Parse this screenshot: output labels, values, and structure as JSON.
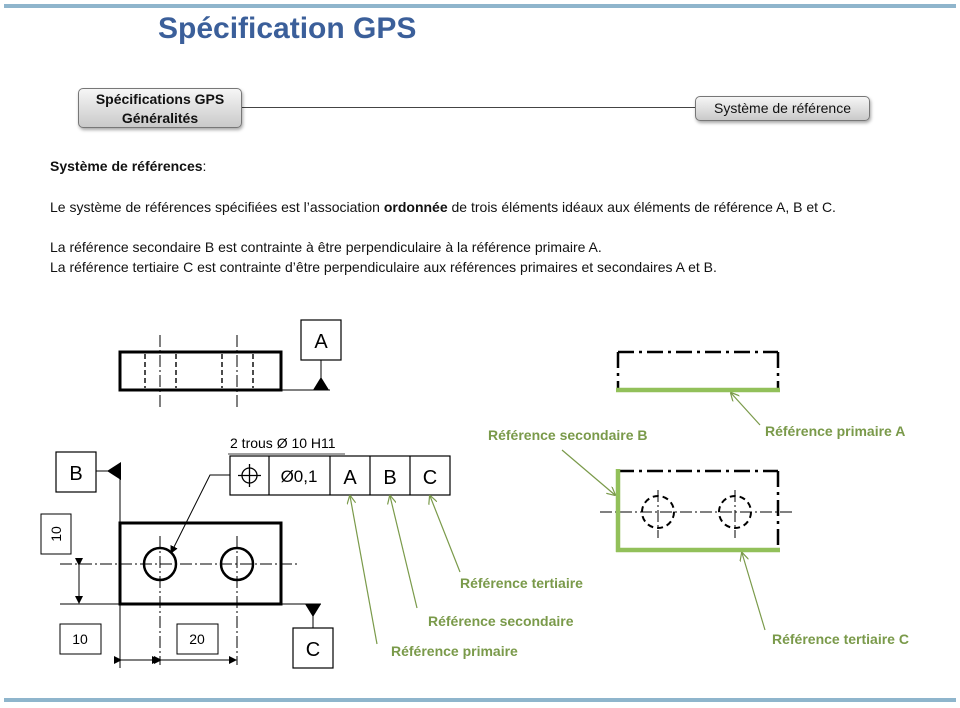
{
  "page": {
    "title": "Spécification GPS",
    "nav": {
      "left_line1": "Spécifications GPS",
      "left_line2": "Généralités",
      "right": "Système de référence"
    },
    "heading_bold": "Système de références",
    "heading_colon": ":",
    "para1_pre": "Le système de références spécifiées est l’association ",
    "para1_bold": "ordonnée",
    "para1_post": " de trois éléments idéaux aux éléments de référence A, B et C.",
    "para2": "La référence secondaire B est contrainte à être perpendiculaire à la référence primaire A.",
    "para3": "La référence tertiaire C est contrainte d’être perpendiculaire aux références primaires et secondaires A et B."
  },
  "drawing": {
    "datum_a": "A",
    "datum_b": "B",
    "datum_c": "C",
    "holes_note": "2 trous Ø 10 H11",
    "tolerance": "Ø0,1",
    "frame_ref_a": "A",
    "frame_ref_b": "B",
    "frame_ref_c": "C",
    "dim_vertical": "10",
    "dim_bottom_left": "10",
    "dim_bottom_right": "20",
    "label_tertiaire": "Référence tertiaire",
    "label_secondaire": "Référence secondaire",
    "label_primaire": "Référence primaire",
    "label_secondaire_b": "Référence secondaire B",
    "label_primaire_a": "Référence primaire A",
    "label_tertiaire_c": "Référence tertiaire C"
  },
  "colors": {
    "title": "#3b5f9a",
    "green_label": "#7a9a4a",
    "green_face": "#92c05a",
    "rule": "#8fb5cc"
  }
}
